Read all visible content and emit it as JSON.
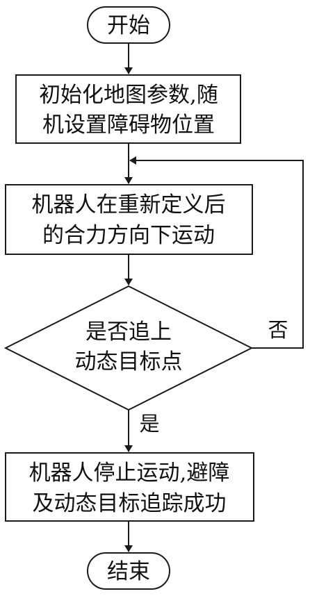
{
  "nodes": {
    "start": {
      "lines": [
        "开始"
      ]
    },
    "init": {
      "lines": [
        "初始化地图参数,随",
        "机设置障碍物位置"
      ]
    },
    "move": {
      "lines": [
        "机器人在重新定义后",
        "的合力方向下运动"
      ]
    },
    "decision": {
      "lines": [
        "是否追上",
        "动态目标点"
      ]
    },
    "success": {
      "lines": [
        "机器人停止运动,避障",
        "及动态目标追踪成功"
      ]
    },
    "end": {
      "lines": [
        "结束"
      ]
    }
  },
  "edge_labels": {
    "no": "否",
    "yes": "是"
  },
  "colors": {
    "stroke": "#1a1a1a",
    "text": "#111111",
    "background": "#ffffff"
  }
}
